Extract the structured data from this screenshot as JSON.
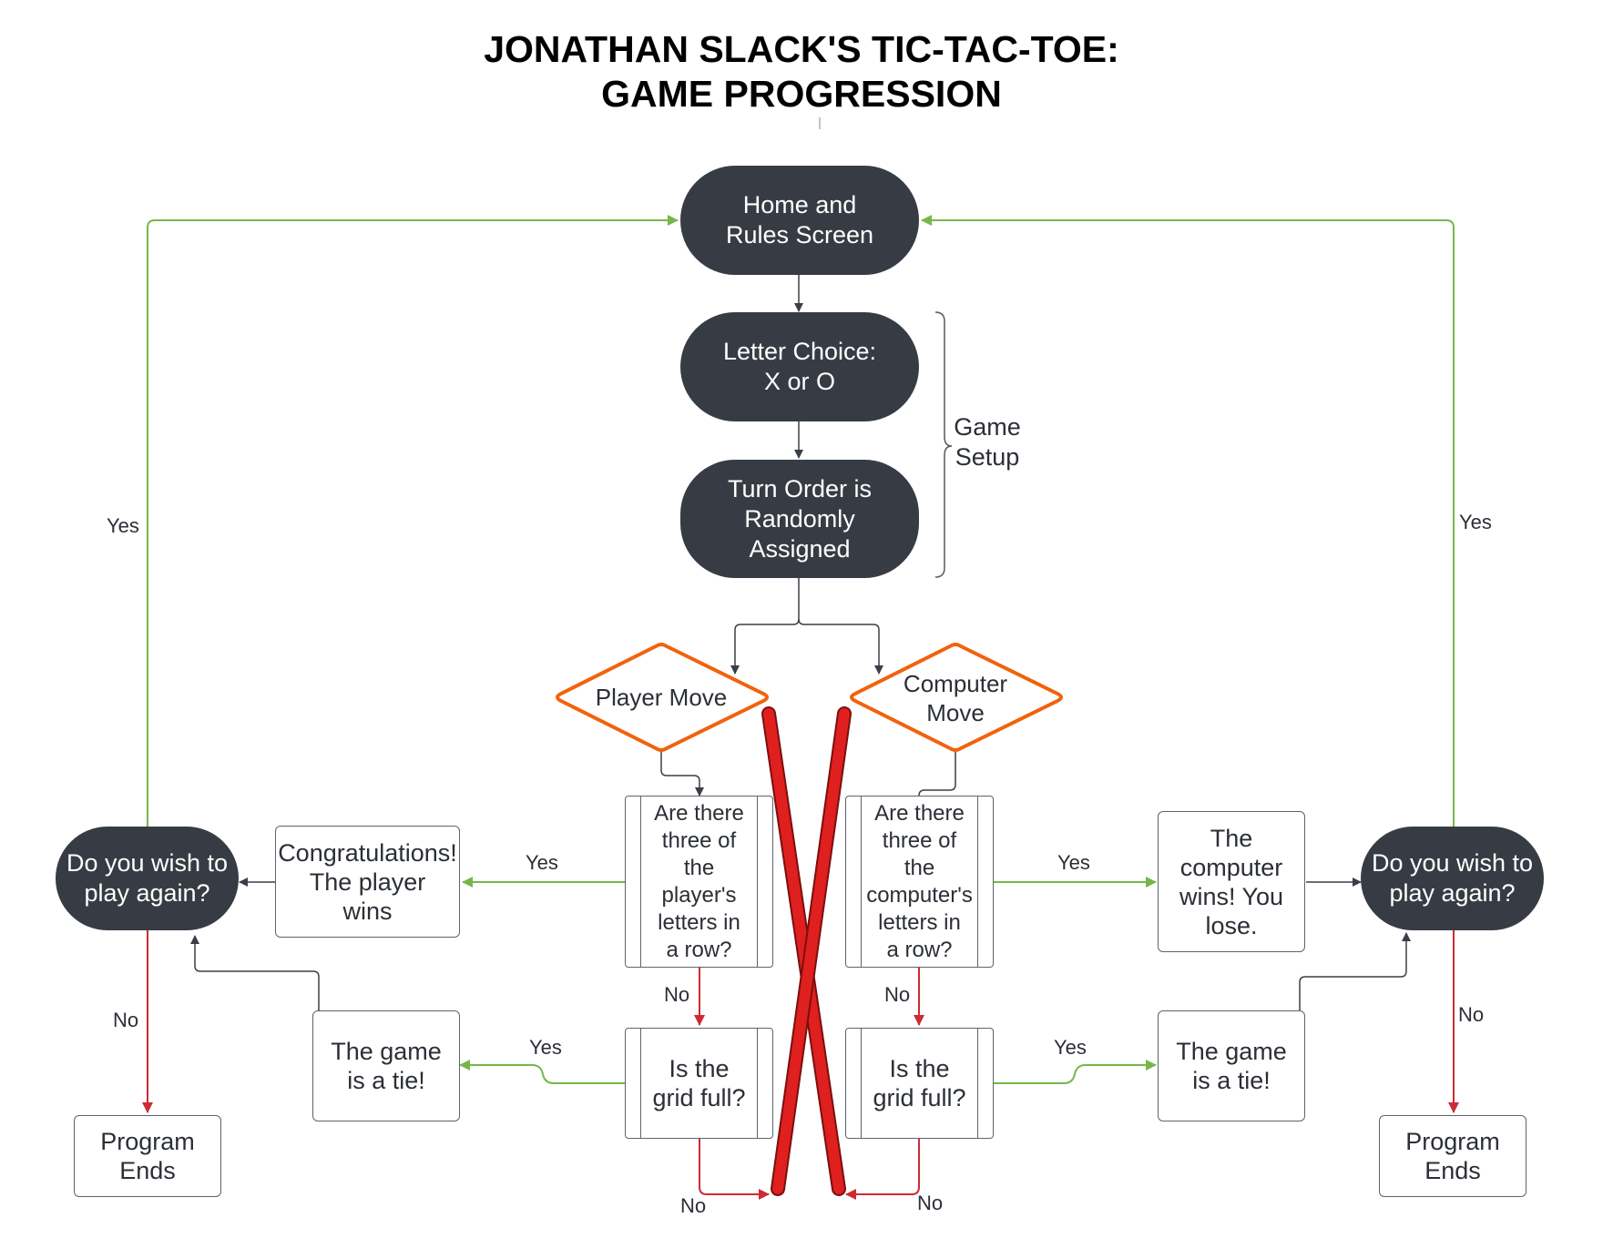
{
  "title": {
    "line1": "JONATHAN SLACK'S TIC-TAC-TOE:",
    "line2": "GAME PROGRESSION"
  },
  "nodes": {
    "home": {
      "line1": "Home and",
      "line2": "Rules Screen"
    },
    "letter_choice": {
      "line1": "Letter Choice:",
      "line2": "X or O"
    },
    "turn_order": {
      "line1": "Turn Order is",
      "line2": "Randomly",
      "line3": "Assigned"
    },
    "game_setup": {
      "line1": "Game",
      "line2": "Setup"
    },
    "player_move": {
      "line1": "Player Move"
    },
    "computer_move": {
      "line1": "Computer",
      "line2": "Move"
    },
    "player_three": {
      "lines": [
        "Are there",
        "three of",
        "the",
        "player's",
        "letters in",
        "a row?"
      ]
    },
    "computer_three": {
      "lines": [
        "Are there",
        "three of",
        "the",
        "computer's",
        "letters in",
        "a row?"
      ]
    },
    "player_wins": {
      "lines": [
        "Congratulations!",
        "The player",
        "wins"
      ]
    },
    "computer_wins": {
      "lines": [
        "The",
        "computer",
        "wins! You",
        "lose."
      ]
    },
    "left_play_again": {
      "line1": "Do you wish to",
      "line2": "play again?"
    },
    "right_play_again": {
      "line1": "Do you wish to",
      "line2": "play again?"
    },
    "left_grid_full": {
      "line1": "Is the",
      "line2": "grid full?"
    },
    "right_grid_full": {
      "line1": "Is the",
      "line2": "grid full?"
    },
    "left_tie": {
      "line1": "The game",
      "line2": "is a tie!"
    },
    "right_tie": {
      "line1": "The game",
      "line2": "is a tie!"
    },
    "left_end": {
      "line1": "Program",
      "line2": "Ends"
    },
    "right_end": {
      "line1": "Program",
      "line2": "Ends"
    }
  },
  "edge_labels": {
    "left_yes_top": "Yes",
    "right_yes_top": "Yes",
    "player_yes": "Yes",
    "computer_yes": "Yes",
    "player_no": "No",
    "computer_no": "No",
    "left_tie_yes": "Yes",
    "right_tie_yes": "Yes",
    "left_grid_no": "No",
    "right_grid_no": "No",
    "left_end_no": "No",
    "right_end_no": "No"
  },
  "colors": {
    "terminal": "#373c44",
    "diamond_border": "#f2620d",
    "yes_line": "#77b74a",
    "no_line": "#cc2b33",
    "neutral_line": "#3a3f47",
    "cross": "#e01f1f"
  }
}
